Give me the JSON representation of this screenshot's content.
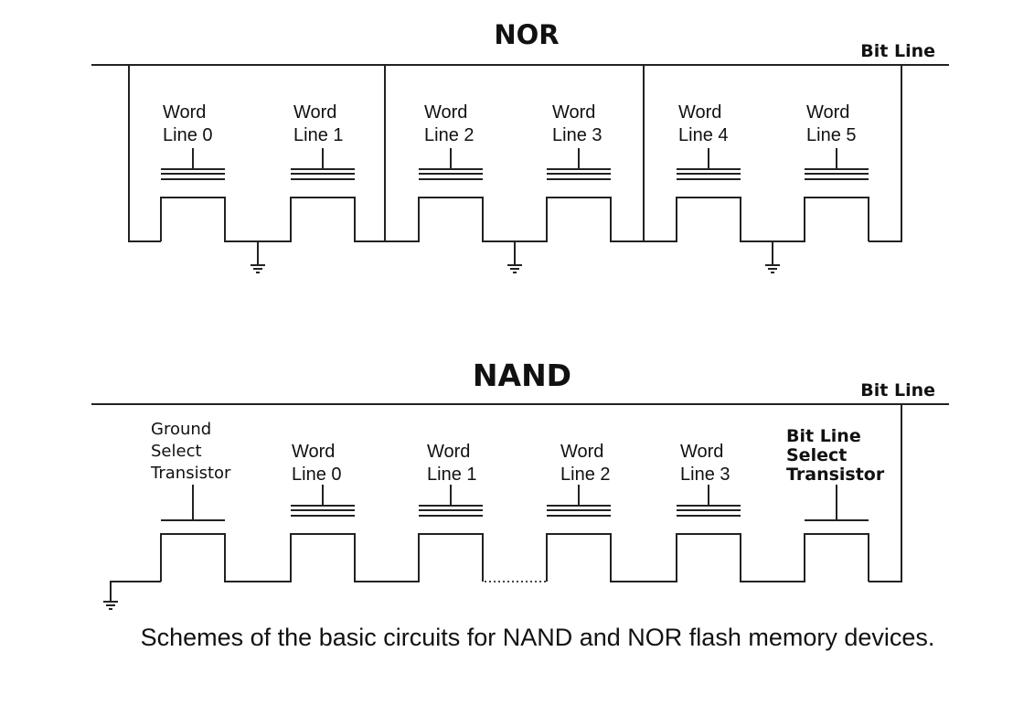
{
  "nor": {
    "title": "NOR",
    "bit_line": "Bit Line",
    "cells": [
      {
        "line1": "Word",
        "line2": "Line 0"
      },
      {
        "line1": "Word",
        "line2": "Line 1"
      },
      {
        "line1": "Word",
        "line2": "Line 2"
      },
      {
        "line1": "Word",
        "line2": "Line 3"
      },
      {
        "line1": "Word",
        "line2": "Line 4"
      },
      {
        "line1": "Word",
        "line2": "Line 5"
      }
    ]
  },
  "nand": {
    "title": "NAND",
    "bit_line": "Bit Line",
    "ground_select": {
      "line1": "Ground",
      "line2": "Select",
      "line3": "Transistor"
    },
    "bitline_select": {
      "line1": "Bit Line",
      "line2": "Select",
      "line3": "Transistor"
    },
    "cells": [
      {
        "line1": "Word",
        "line2": "Line 0"
      },
      {
        "line1": "Word",
        "line2": "Line 1"
      },
      {
        "line1": "Word",
        "line2": "Line 2"
      },
      {
        "line1": "Word",
        "line2": "Line 3"
      }
    ]
  },
  "caption": "Schemes of the basic circuits for NAND and NOR flash memory devices."
}
